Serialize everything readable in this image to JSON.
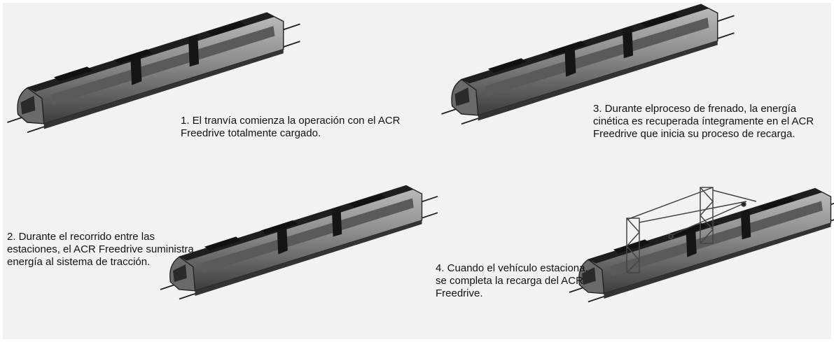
{
  "captions": {
    "step1": "1. El tranvía comienza la operación con el ACR Freedrive totalmente cargado.",
    "step2": {
      "line1": "2. Durante el recorrido entre las",
      "line2": "estaciones, el ACR Freedrive suministra energía al sistema de tracción."
    },
    "step3": "3. Durante elproceso de frenado, la energía cinética es recuperada íntegramente en el ACR Freedrive que inicia su proceso de recarga.",
    "step4": "4. Cuando el vehículo estaciona, se completa la recarga del ACR Freedrive."
  },
  "colors": {
    "background": "#f2f2f2",
    "tram_body": "#8c8c8c",
    "tram_roof": "#1e1e1e",
    "rail": "#222222",
    "pylon": "#444444"
  }
}
